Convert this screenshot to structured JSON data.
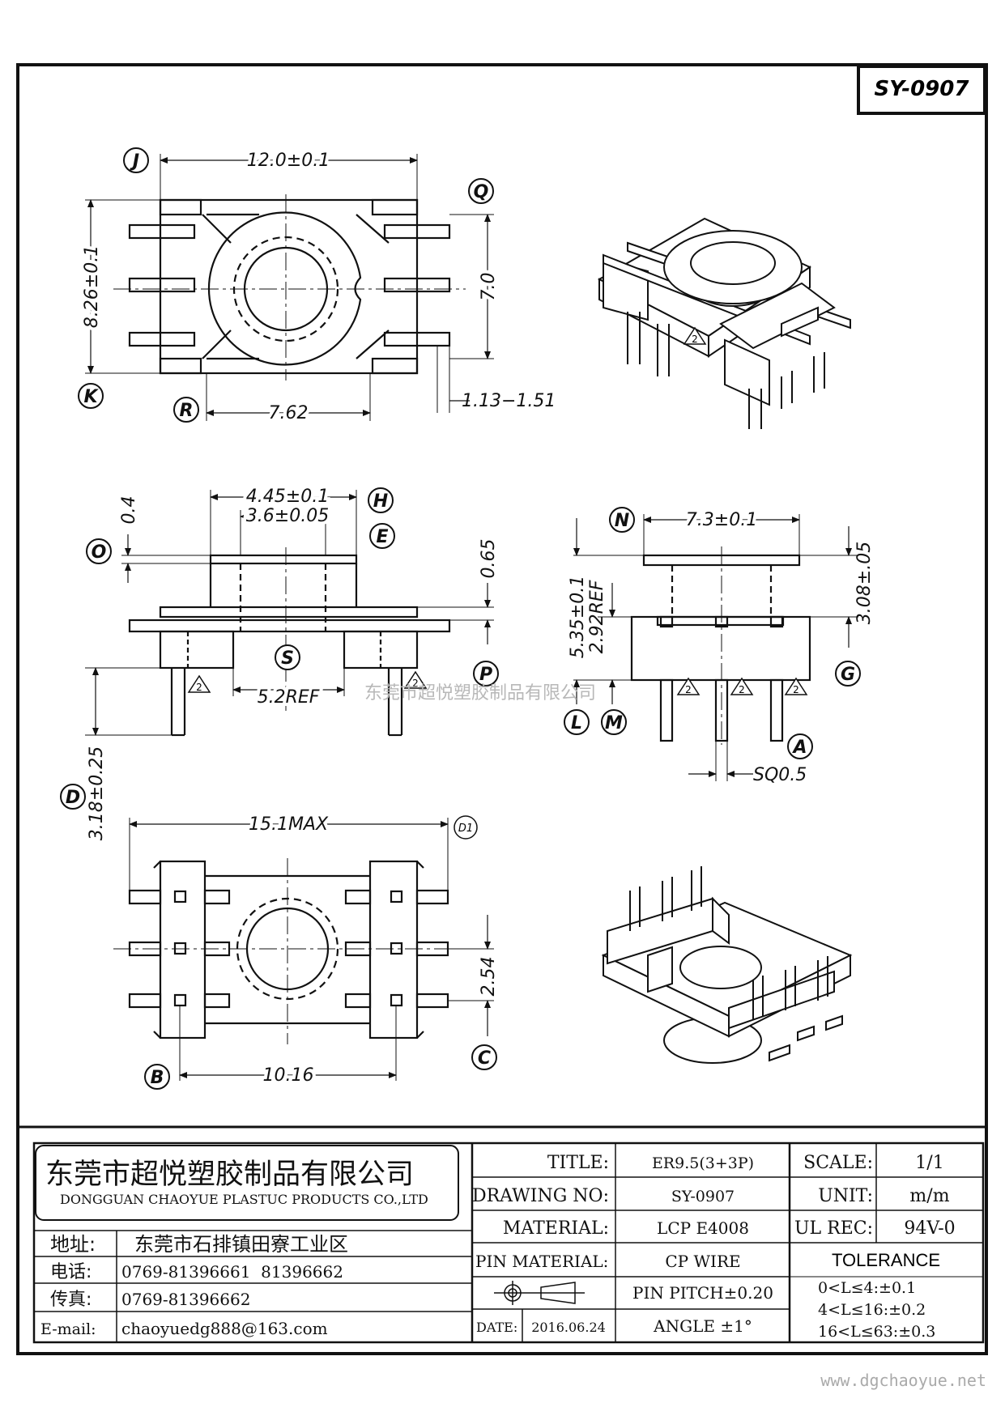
{
  "drawing_code": "SY-0907",
  "callouts": {
    "A": "A",
    "B": "B",
    "C": "C",
    "D": "D",
    "E": "E",
    "G": "G",
    "H": "H",
    "J": "J",
    "K": "K",
    "L": "L",
    "M": "M",
    "N": "N",
    "O": "O",
    "P": "P",
    "Q": "Q",
    "R": "R",
    "S": "S",
    "D1": "D1"
  },
  "dims": {
    "top_width": "12.0±0.1",
    "top_height": "8.26±0.1",
    "top_pin_span": "7.0",
    "top_pitch": "7.62",
    "top_pin_width": "1.13−1.51",
    "side_flange_od": "4.45±0.1",
    "side_core_d": "3.6±0.05",
    "side_flange_t": "0.4",
    "side_step": "0.65",
    "side_inner": "5.2REF",
    "side_pin_len": "3.18±0.25",
    "end_width": "7.3±0.1",
    "end_total_h": "5.35±0.1",
    "end_ref_h": "2.92REF",
    "end_body_h": "3.08±.05",
    "end_pin_sq": "SQ0.5",
    "bottom_max": "15.1MAX",
    "bottom_pitch": "2.54",
    "bottom_row": "10.16"
  },
  "triangle_mark": "2",
  "watermark": "东莞市超悦塑胶制品有限公司",
  "title_block": {
    "company_cn": "东莞市超悦塑胶制品有限公司",
    "company_en": "DONGGUAN CHAOYUE PLASTUC PRODUCTS CO.,LTD",
    "address_label": "地址:",
    "address": "东莞市石排镇田寮工业区",
    "tel_label": "电话:",
    "tel": "0769-81396661  81396662",
    "fax_label": "传真:",
    "fax": "0769-81396662",
    "email_label": "E-mail:",
    "email": "chaoyuedg888@163.com",
    "title_label": "TITLE:",
    "title": "ER9.5(3+3P)",
    "drawing_no_label": "DRAWING NO:",
    "drawing_no": "SY-0907",
    "material_label": "MATERIAL:",
    "material": "LCP E4008",
    "pin_material_label": "PIN MATERIAL:",
    "pin_material": "CP WIRE",
    "pin_pitch": "PIN PITCH±0.20",
    "angle": "ANGLE ±1°",
    "date_label": "DATE:",
    "date": "2016.06.24",
    "scale_label": "SCALE:",
    "scale": "1/1",
    "unit_label": "UNIT:",
    "unit": "m/m",
    "ul_label": "UL REC:",
    "ul": "94V-0",
    "tolerance_label": "TOLERANCE",
    "tol1": "0<L≤4:±0.1",
    "tol2": "4<L≤16:±0.2",
    "tol3": "16<L≤63:±0.3"
  },
  "website": "www.dgchaoyue.net"
}
